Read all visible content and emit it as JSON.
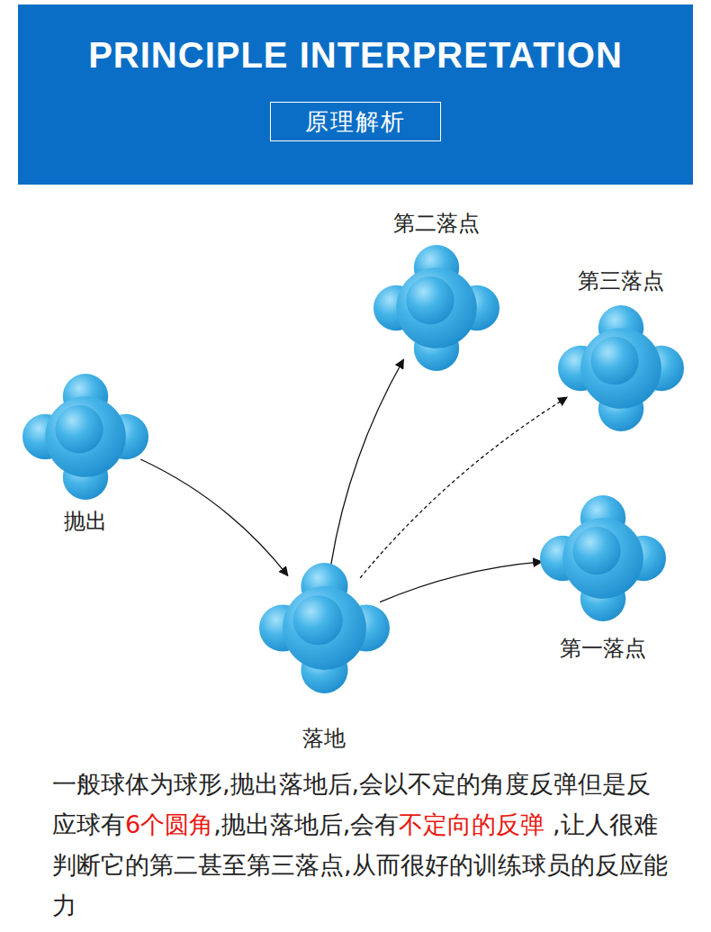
{
  "diagram": {
    "title": "PRINCIPLE INTERPRETATION",
    "caption": "一般球体为球形,抛出落地后,会以不定的角度反弹但是反应球有6个圆角,抛出落地后,会有不定向的反弹 ,让人很难判断它的第二甚至第三落点,从而很好的训练球员的反应能力",
    "nodes": [
      {
        "text": [
          "原理解析"
        ]
      },
      {
        "text": [
          "抛出"
        ]
      },
      {
        "text": [
          "落地"
        ]
      },
      {
        "text": [
          "第一落点"
        ]
      },
      {
        "text": [
          "第二落点"
        ]
      },
      {
        "text": [
          "第三落点"
        ]
      }
    ],
    "edges": [
      {
        "from": 1,
        "to": 2,
        "arrow": "to"
      },
      {
        "from": 2,
        "to": 4,
        "arrow": "to"
      },
      {
        "from": 2,
        "to": 5,
        "arrow": "to"
      },
      {
        "from": 2,
        "to": 3,
        "arrow": "to"
      }
    ]
  }
}
